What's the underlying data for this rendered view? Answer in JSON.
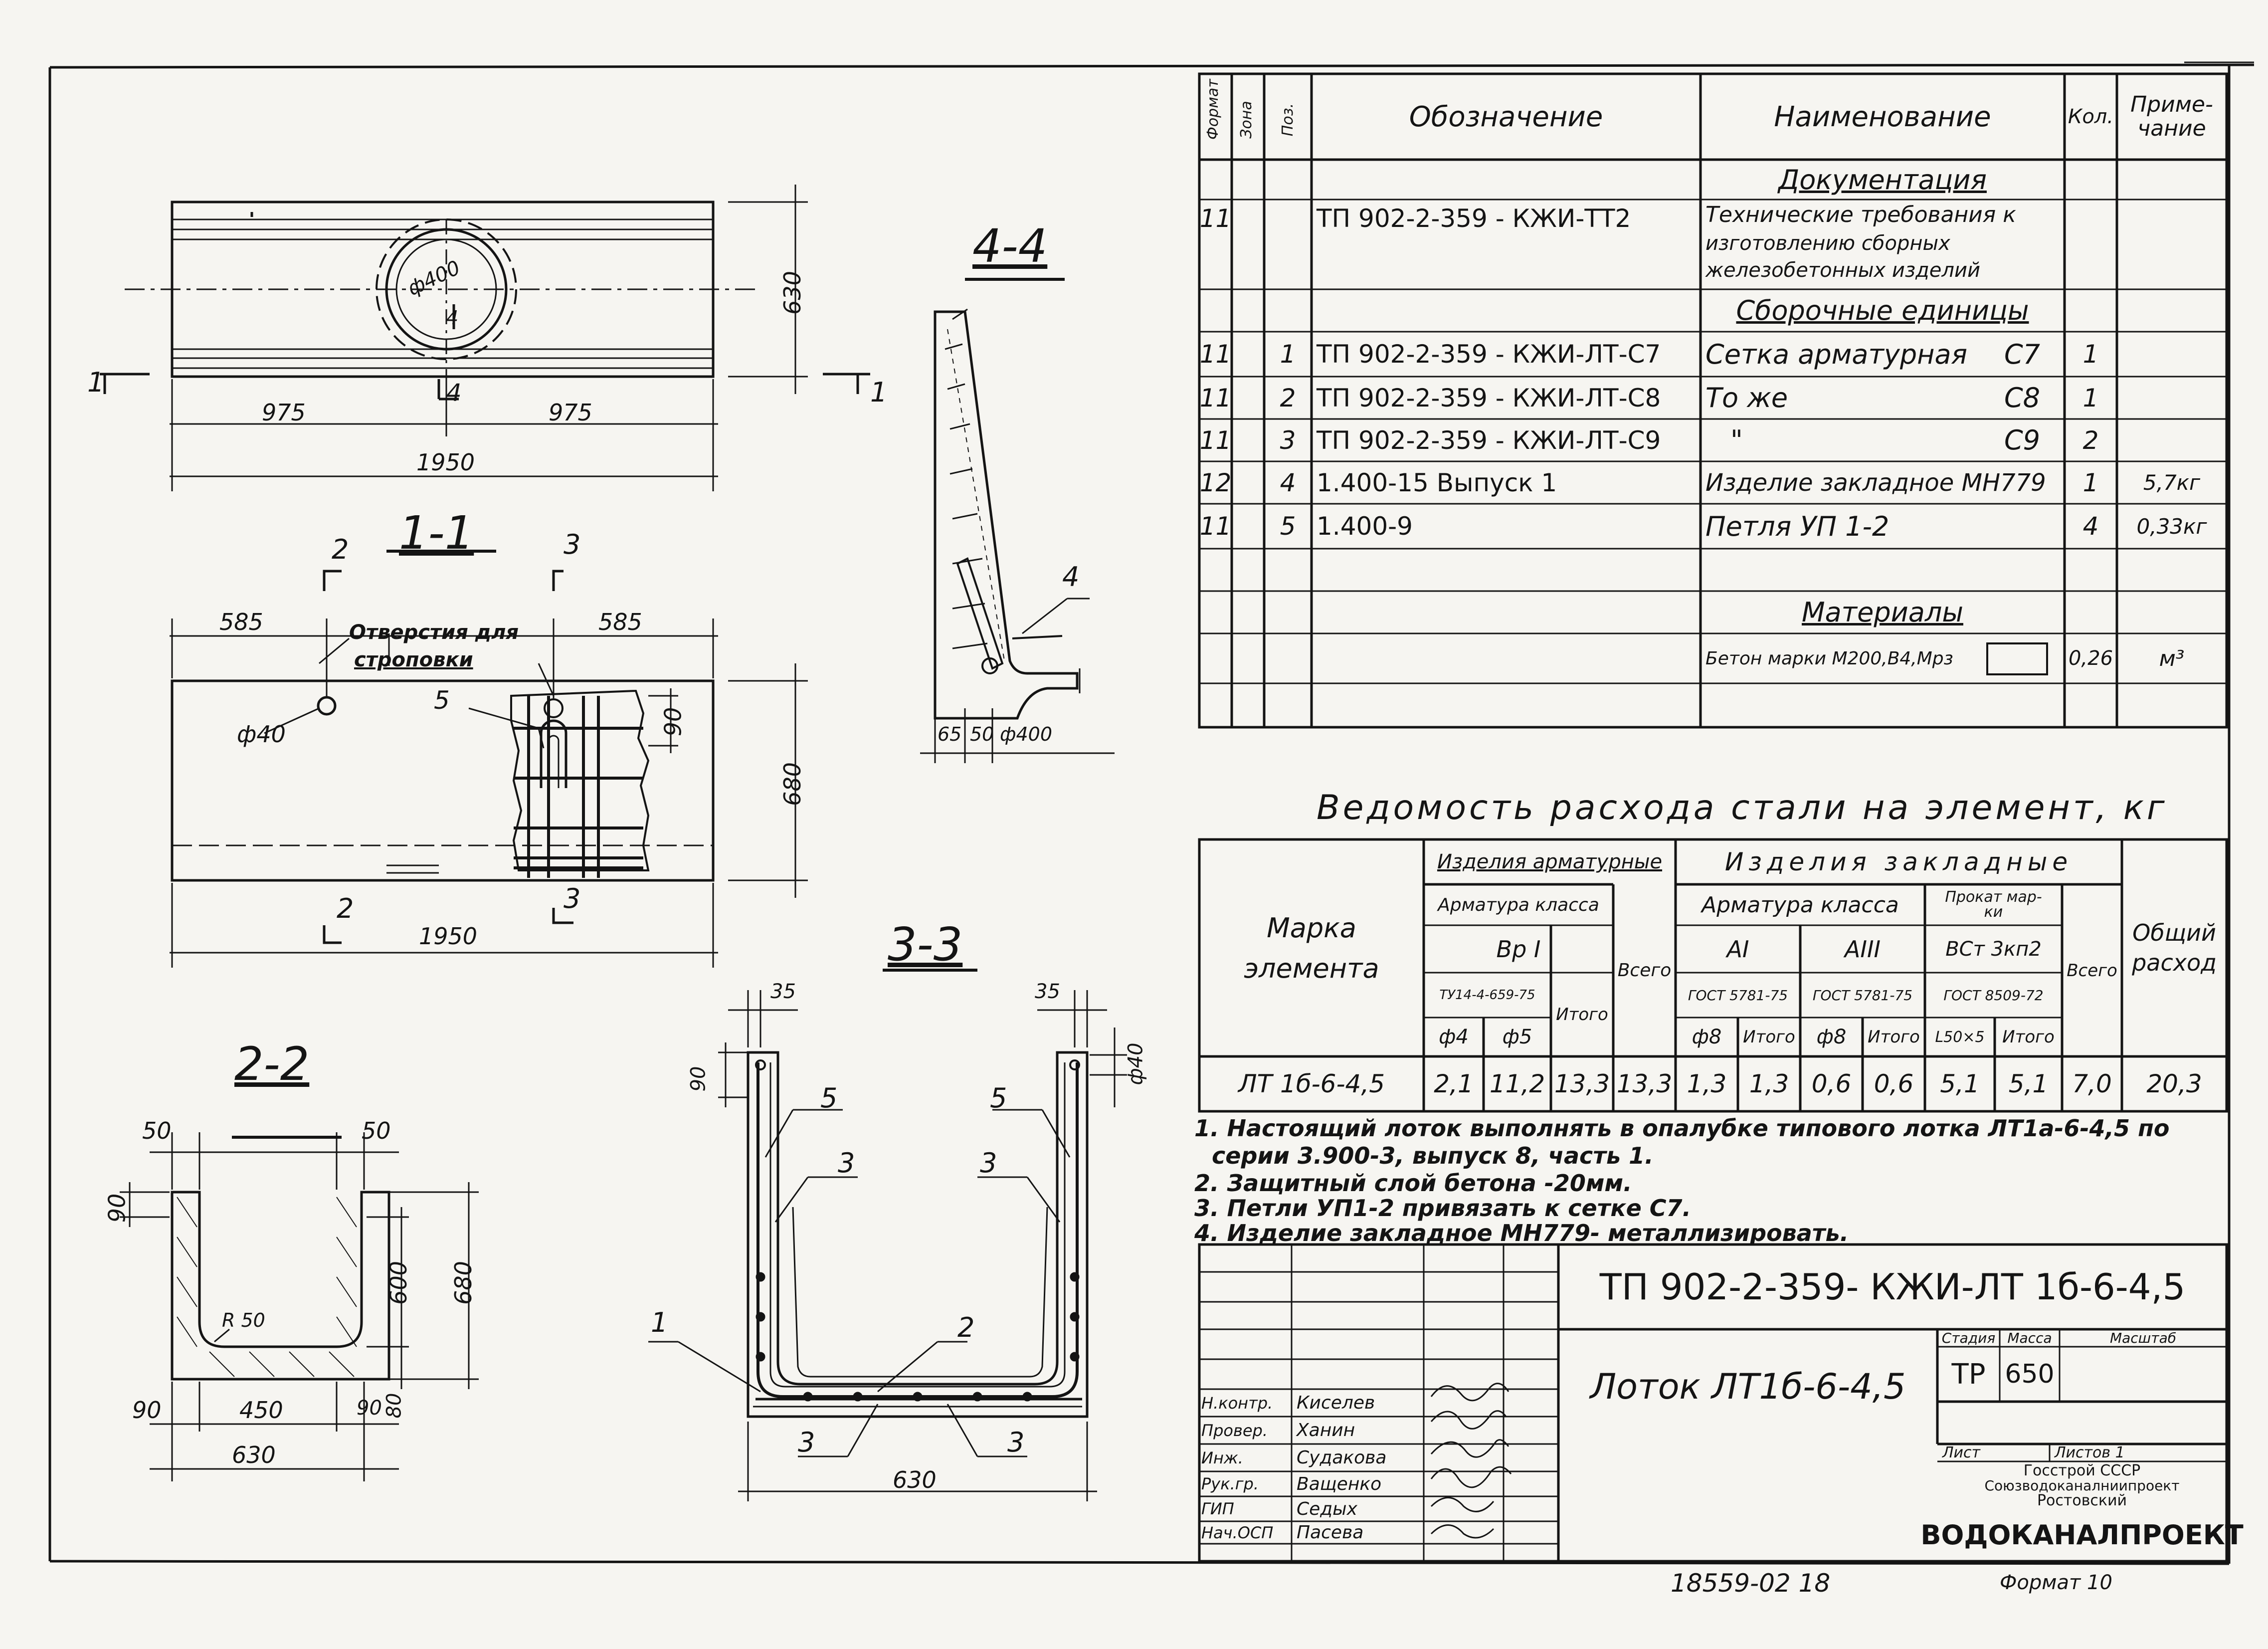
{
  "spec": {
    "headers": {
      "format": "Формат",
      "zone": "Зона",
      "pos": "Поз.",
      "designation": "Обозначение",
      "name": "Наименование",
      "qty": "Кол.",
      "note": "Приме-\nчание"
    },
    "sections": {
      "docs": "Документация",
      "assembly": "Сборочные единицы",
      "materials": "Материалы"
    },
    "doc_row": {
      "format": "11",
      "designation": "ТП 902-2-359 - КЖИ-ТТ2",
      "name_lines": [
        "Технические требования к",
        "изготовлению сборных",
        "железобетонных изделий"
      ]
    },
    "rows": [
      {
        "format": "11",
        "pos": "1",
        "designation": "ТП 902-2-359 - КЖИ-ЛТ-С7",
        "name": "Сетка арматурная",
        "mark": "С7",
        "qty": "1",
        "note": ""
      },
      {
        "format": "11",
        "pos": "2",
        "designation": "ТП 902-2-359 - КЖИ-ЛТ-С8",
        "name": "То же",
        "mark": "С8",
        "qty": "1",
        "note": ""
      },
      {
        "format": "11",
        "pos": "3",
        "designation": "ТП 902-2-359 - КЖИ-ЛТ-С9",
        "name": "\"",
        "mark": "С9",
        "qty": "2",
        "note": ""
      },
      {
        "format": "12",
        "pos": "4",
        "designation": "1.400-15 Выпуск 1",
        "name": "Изделие закладное МН779",
        "mark": "",
        "qty": "1",
        "note": "5,7кг"
      },
      {
        "format": "11",
        "pos": "5",
        "designation": "1.400-9",
        "name": "Петля УП 1-2",
        "mark": "",
        "qty": "4",
        "note": "0,33кг"
      }
    ],
    "material": {
      "name": "Бетон марки М200,В4,Мрз",
      "qty": "0,26",
      "note": "м³"
    }
  },
  "steel": {
    "title": "Ведомость расхода стали на элемент, кг",
    "h": {
      "mark": "Марка\nэлемента",
      "arm": "Изделия арматурные",
      "arm_class": "Арматура класса",
      "bp": "Вр I",
      "tu": "ТУ14-4-659-75",
      "itogo": "Итого",
      "vsego": "Всего",
      "zakl": "Изделия закладные",
      "arm_class2": "Арматура класса",
      "ai": "АI",
      "aiii": "АIII",
      "prokat": "Прокат мар-\nки",
      "vst": "ВСт 3кп2",
      "gost1": "ГОСТ 5781-75",
      "gost2": "ГОСТ 5781-75",
      "gost3": "ГОСТ 8509-72",
      "total": "Общий\nрасход",
      "d4": "ф4",
      "d5": "ф5",
      "d8a": "ф8",
      "d8b": "ф8",
      "l50": "L50×5"
    },
    "row": [
      "ЛТ 1б-6-4,5",
      "2,1",
      "11,2",
      "13,3",
      "13,3",
      "1,3",
      "1,3",
      "0,6",
      "0,6",
      "5,1",
      "5,1",
      "7,0",
      "20,3"
    ]
  },
  "notes": [
    "1. Настоящий лоток выполнять в опалубке типового лотка ЛТ1а-6-4,5 по",
    "серии 3.900-3, выпуск 8, часть 1.",
    "2. Защитный слой бетона -20мм.",
    "3. Петли УП1-2 привязать к сетке С7.",
    "4. Изделие закладное МН779- металлизировать."
  ],
  "stamp": {
    "code": "ТП 902-2-359- КЖИ-ЛТ 1б-6-4,5",
    "title": "Лоток ЛТ1б-6-4,5",
    "stage_h": "Стадия",
    "mass_h": "Масса",
    "scale_h": "Масштаб",
    "stage": "ТР",
    "mass": "650",
    "sheet": "Лист",
    "sheets": "Листов 1",
    "org": [
      "Госстрой СССР",
      "Союзводоканалниипроект",
      "Ростовский"
    ],
    "org_big": "ВОДОКАНАЛПРОЕКТ",
    "people": [
      {
        "role": "Н.контр.",
        "name": "Киселев"
      },
      {
        "role": "Провер.",
        "name": "Ханин"
      },
      {
        "role": "Инж.",
        "name": "Судакова"
      },
      {
        "role": "Рук.гр.",
        "name": "Ващенко"
      },
      {
        "role": "ГИП",
        "name": "Седых"
      },
      {
        "role": "Нач.ОСП",
        "name": "Пасева"
      }
    ]
  },
  "drawing": {
    "sec11": "1-1",
    "sec22": "2-2",
    "sec33": "3-3",
    "sec44": "4-4",
    "holes_label": [
      "Отверстия для",
      "строповки"
    ],
    "d400": "ф400",
    "d40": "ф40",
    "d40b": "ф40",
    "r50": "R 50",
    "dim975a": "975",
    "dim975b": "975",
    "dim1950a": "1950",
    "dim1950b": "1950",
    "dim630top": "630",
    "dim585a": "585",
    "dim585b": "585",
    "dim680": "680",
    "dim90a": "90",
    "dim50a": "50",
    "dim50b": "50",
    "dim90b": "90",
    "dim600": "600",
    "dim680b": "680",
    "dim90c": "90",
    "dim450": "450",
    "dim90d": "90",
    "dim80": "80",
    "dim630b": "630",
    "dim35a": "35",
    "dim35b": "35",
    "dim90e": "90",
    "dim630c": "630",
    "dim65": "65",
    "dim50c": "50",
    "d400b": "ф400",
    "pos1": "1",
    "pos2": "2",
    "pos3a": "3",
    "pos3b": "3",
    "pos3c": "3",
    "pos3d": "3",
    "pos5a": "5",
    "pos5b": "5",
    "pos4": "4",
    "pos5c": "5",
    "cut1l": "1",
    "cut1r": "1",
    "cut2t": "2",
    "cut2b": "2",
    "cut3t": "3",
    "cut3b": "3",
    "cut4t": "4",
    "cut4b": "4"
  },
  "footer": {
    "archive": "18559-02 18",
    "format": "Формат 10"
  }
}
